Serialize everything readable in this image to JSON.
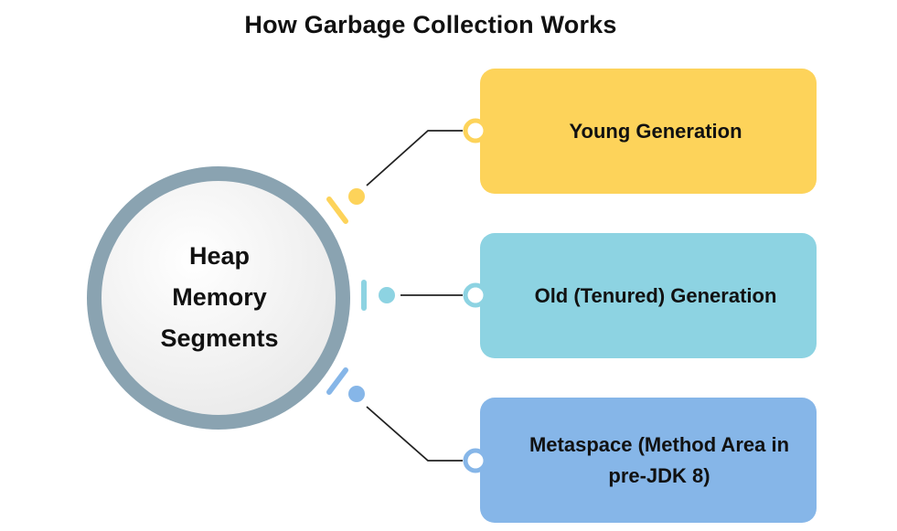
{
  "title": "How Garbage Collection Works",
  "hub": {
    "lines": [
      "Heap",
      "Memory",
      "Segments"
    ],
    "ring_color": "#8AA3B1",
    "fill_color": "#F4F4F4"
  },
  "segments": [
    {
      "label": "Young Generation",
      "color": "#FDD35A"
    },
    {
      "label": "Old (Tenured) Generation",
      "color": "#8DD3E2"
    },
    {
      "label": "Metaspace (Method Area in pre-JDK 8)",
      "color": "#86B6E8"
    }
  ],
  "connector_color": "#222222"
}
